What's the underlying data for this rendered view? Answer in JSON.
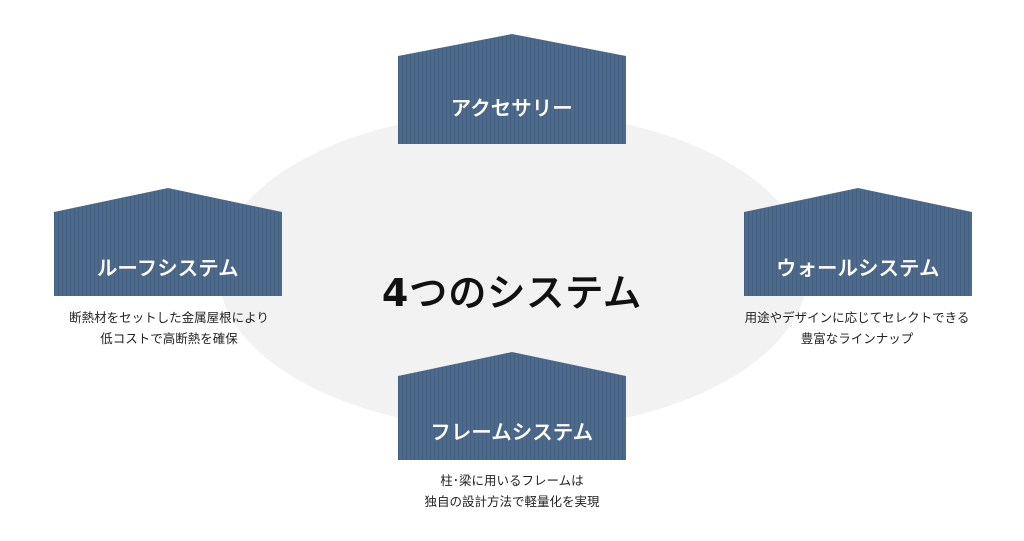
{
  "title": "4つのシステム",
  "colors": {
    "panel": "#4d6a8e",
    "background_ellipse": "#f2f2f2",
    "text_dark": "#111111",
    "label_text": "#ffffff"
  },
  "systems": {
    "accessory": {
      "label": "アクセサリー",
      "description_lines": []
    },
    "roof": {
      "label": "ルーフシステム",
      "description_lines": [
        "断熱材をセットした金属屋根により",
        "低コストで高断熱を確保"
      ]
    },
    "wall": {
      "label": "ウォールシステム",
      "description_lines": [
        "用途やデザインに応じてセレクトできる",
        "豊富なラインナップ"
      ]
    },
    "frame": {
      "label": "フレームシステム",
      "description_lines": [
        "柱･梁に用いるフレームは",
        "独自の設計方法で軽量化を実現"
      ]
    }
  }
}
